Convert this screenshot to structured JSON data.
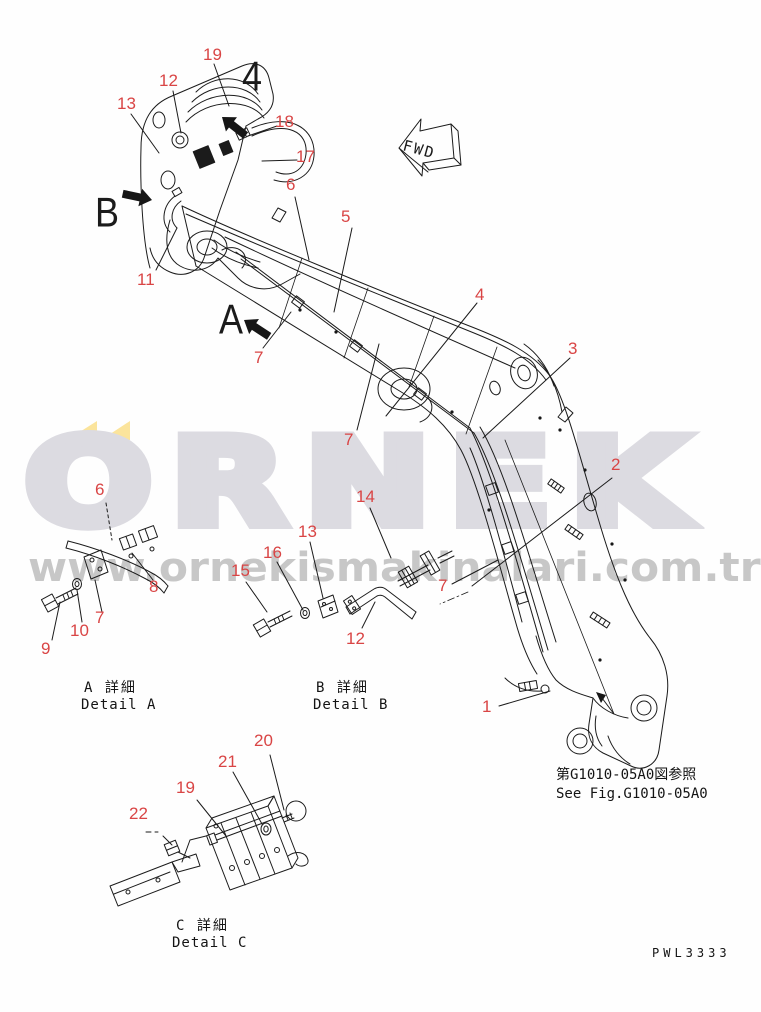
{
  "page": {
    "background": "#fefefe",
    "line_color": "#1b1b1b",
    "type": "parts-diagram"
  },
  "watermark": {
    "brand": "ORNEK",
    "umlaut_color": "#fbe49c",
    "brand_color": "#dcdbe1",
    "url": "www.ornekismakinalari.com.tr",
    "url_color": "#c7c7c7"
  },
  "fwd_arrow": {
    "label": "FWD"
  },
  "view_letters": [
    {
      "text": "4"
    },
    {
      "text": "B"
    },
    {
      "text": "A"
    }
  ],
  "callouts": [
    {
      "text": "19"
    },
    {
      "text": "12"
    },
    {
      "text": "13"
    },
    {
      "text": "18"
    },
    {
      "text": "17"
    },
    {
      "text": "6"
    },
    {
      "text": "11"
    },
    {
      "text": "5"
    },
    {
      "text": "7"
    },
    {
      "text": "4"
    },
    {
      "text": "3"
    },
    {
      "text": "7"
    },
    {
      "text": "2"
    },
    {
      "text": "14"
    },
    {
      "text": "13"
    },
    {
      "text": "16"
    },
    {
      "text": "15"
    },
    {
      "text": "12"
    },
    {
      "text": "7"
    },
    {
      "text": "1"
    },
    {
      "text": "6"
    },
    {
      "text": "8"
    },
    {
      "text": "7"
    },
    {
      "text": "10"
    },
    {
      "text": "9"
    },
    {
      "text": "20"
    },
    {
      "text": "21"
    },
    {
      "text": "19"
    },
    {
      "text": "22"
    }
  ],
  "callout_color": "#d94545",
  "details": {
    "a": {
      "title_jp": "A 詳細",
      "title_en": "Detail A"
    },
    "b": {
      "title_jp": "B 詳細",
      "title_en": "Detail B"
    },
    "c": {
      "title_jp": "C 詳細",
      "title_en": "Detail C"
    }
  },
  "reference_note": {
    "jp": "第G1010-05A0図参照",
    "en": "See Fig.G1010-05A0"
  },
  "drawing_code": "PWL3333"
}
